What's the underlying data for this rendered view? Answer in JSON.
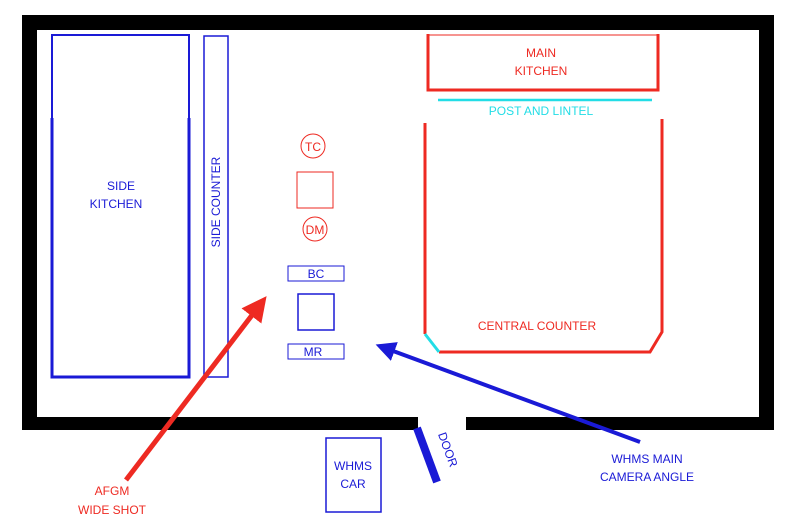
{
  "colors": {
    "wall": "#000000",
    "blue": "#1a1ad6",
    "red": "#ee2a22",
    "cyan": "#22dde6",
    "background": "#ffffff"
  },
  "labels": {
    "side_kitchen_line1": "SIDE",
    "side_kitchen_line2": "KITCHEN",
    "side_counter": "SIDE COUNTER",
    "main_kitchen_line1": "MAIN",
    "main_kitchen_line2": "KITCHEN",
    "post_and_lintel": "POST AND LINTEL",
    "central_counter": "CENTRAL COUNTER",
    "tc": "TC",
    "dm": "DM",
    "bc": "BC",
    "mr": "MR",
    "door": "DOOR",
    "whms_car_line1": "WHMS",
    "whms_car_line2": "CAR",
    "afgm_line1": "AFGM",
    "afgm_line2": "WIDE SHOT",
    "whms_main_line1": "WHMS MAIN",
    "whms_main_line2": "CAMERA ANGLE"
  }
}
